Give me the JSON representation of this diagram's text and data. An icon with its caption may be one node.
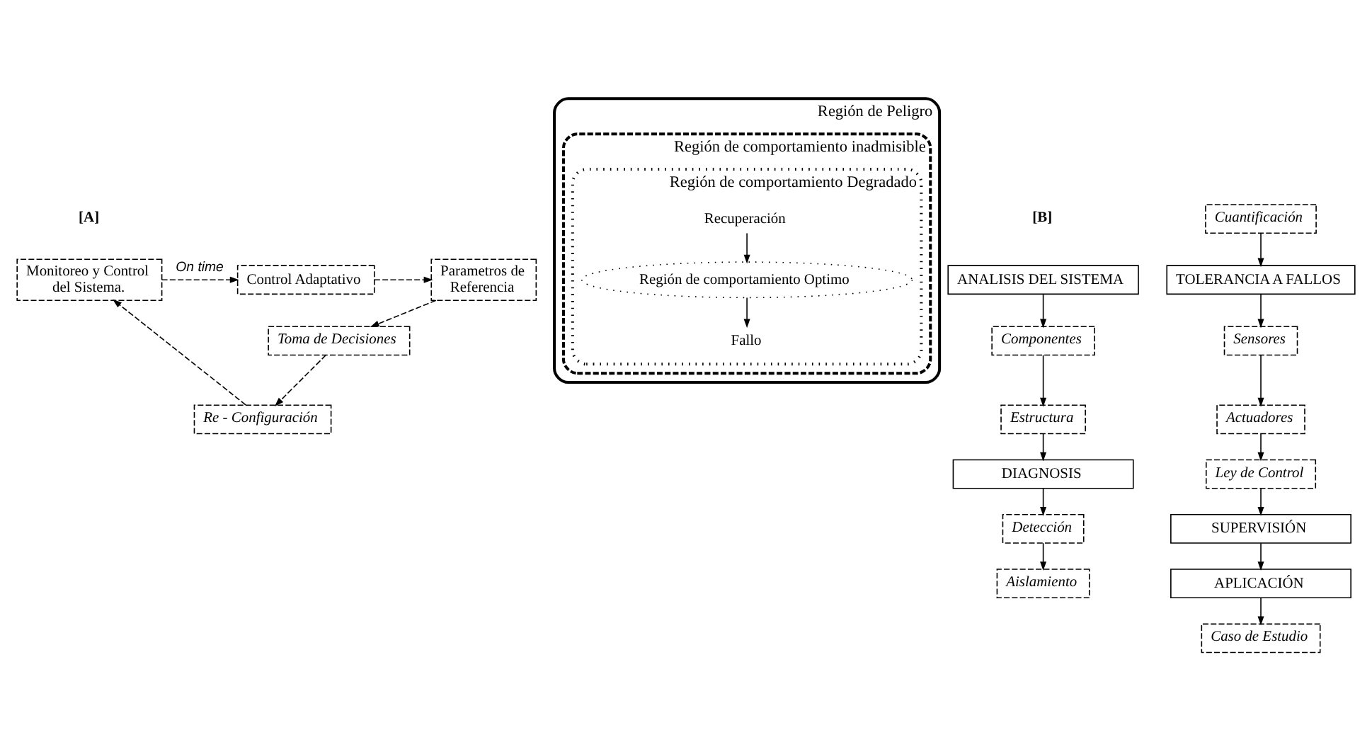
{
  "diagram": {
    "nodes": [
      {
        "text": [
          "Monitoreo y Control del Sistema."
        ]
      },
      {
        "text": [
          "Control Adaptativo"
        ]
      },
      {
        "text": [
          "Parametros de Referencia"
        ]
      },
      {
        "text": [
          "Toma de Decisiones"
        ]
      },
      {
        "text": [
          "Re - Configuración"
        ]
      },
      {
        "text": [
          "Región de Peligro"
        ]
      },
      {
        "text": [
          "Región de comportamiento inadmisible"
        ],
        "in": 5
      },
      {
        "text": [
          "Región de comportamiento Degradado"
        ],
        "in": 6
      },
      {
        "text": [
          "Región de comportamiento Optimo"
        ],
        "in": 7
      },
      {
        "text": [
          "Fallo"
        ],
        "in": 7
      },
      {
        "text": [
          "Recuperación"
        ],
        "in": 7
      },
      {
        "text": [
          "ANALISIS DEL SISTEMA"
        ]
      },
      {
        "text": [
          "Componentes"
        ]
      },
      {
        "text": [
          "Estructura"
        ]
      },
      {
        "text": [
          "DIAGNOSIS"
        ]
      },
      {
        "text": [
          "Detección"
        ]
      },
      {
        "text": [
          "Aislamiento"
        ]
      },
      {
        "text": [
          "Cuantificación"
        ]
      },
      {
        "text": [
          "TOLERANCIA A FALLOS"
        ]
      },
      {
        "text": [
          "Sensores"
        ]
      },
      {
        "text": [
          "Actuadores"
        ]
      },
      {
        "text": [
          "Ley de Control"
        ]
      },
      {
        "text": [
          "SUPERVISIÓN"
        ]
      },
      {
        "text": [
          "APLICACIÓN"
        ]
      },
      {
        "text": [
          "Caso de Estudio"
        ]
      }
    ],
    "edges": [
      {
        "from": 0,
        "to": 1,
        "arrow": "to",
        "label": "On time",
        "style": "dashed"
      },
      {
        "from": 1,
        "to": 2,
        "arrow": "to",
        "style": "dashed"
      },
      {
        "from": 2,
        "to": 3,
        "arrow": "to",
        "style": "dashed"
      },
      {
        "from": 3,
        "to": 4,
        "arrow": "to",
        "style": "dashed"
      },
      {
        "from": 4,
        "to": 0,
        "arrow": "to",
        "style": "dashed"
      },
      {
        "from": 8,
        "to": 9,
        "arrow": "to"
      },
      {
        "from": 10,
        "to": 8,
        "arrow": "to"
      },
      {
        "from": 11,
        "to": 12,
        "arrow": "to"
      },
      {
        "from": 12,
        "to": 13,
        "arrow": "to"
      },
      {
        "from": 13,
        "to": 14,
        "arrow": "to"
      },
      {
        "from": 14,
        "to": 15,
        "arrow": "to"
      },
      {
        "from": 15,
        "to": 16,
        "arrow": "to"
      },
      {
        "from": 17,
        "to": 18,
        "arrow": "to"
      },
      {
        "from": 18,
        "to": 19,
        "arrow": "to"
      },
      {
        "from": 19,
        "to": 20,
        "arrow": "to"
      },
      {
        "from": 20,
        "to": 21,
        "arrow": "to"
      },
      {
        "from": 21,
        "to": 22,
        "arrow": "to"
      },
      {
        "from": 22,
        "to": 23,
        "arrow": "to"
      },
      {
        "from": 23,
        "to": 24,
        "arrow": "to"
      }
    ],
    "labels": [
      "[B]",
      "[A]"
    ]
  }
}
